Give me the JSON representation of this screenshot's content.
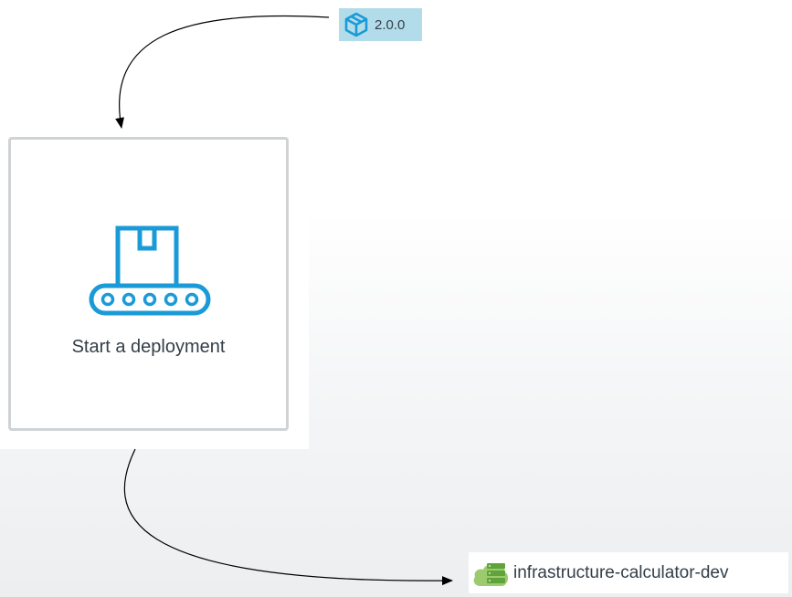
{
  "release": {
    "version": "2.0.0",
    "icon": "package-icon"
  },
  "deployment_card": {
    "label": "Start a deployment",
    "icon": "conveyor-belt-box-icon"
  },
  "environment": {
    "name": "infrastructure-calculator-dev",
    "icon": "cloud-server-icon"
  },
  "colors": {
    "accent_blue": "#1a9bd7",
    "chip_background": "#b3dcea",
    "environment_green": "#86c04f",
    "text": "#333e48",
    "card_border": "#cfd3d6"
  }
}
